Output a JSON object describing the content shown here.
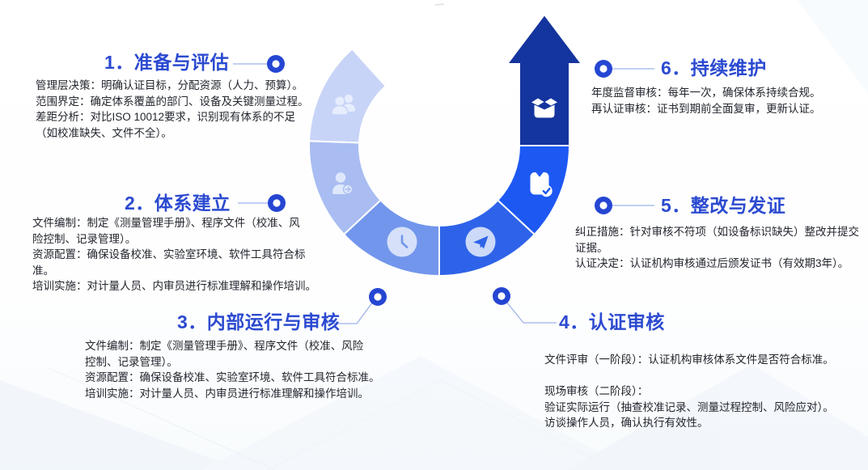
{
  "palette": {
    "title_text": "#2b4ad0",
    "body_text": "#23262e",
    "dot": "#2546d2",
    "connector": "#9db4ea",
    "seg1": "#c8d4f7",
    "seg2": "#a9bdf2",
    "seg3": "#7296ec",
    "seg4": "#2e63e9",
    "seg5": "#1d58f3",
    "seg6": "#14349e",
    "icon_light_1": "#e6edfc",
    "icon_light_2": "#dfe8fb",
    "icon_circle_3": "#d6e0f9",
    "icon_circle_4": "#ccd9f8"
  },
  "steps": [
    {
      "title": "1．准备与评估",
      "icon": "users-icon",
      "body": "管理层决策：明确认证目标，分配资源（人力、预算）。\n范围界定：确定体系覆盖的部门、设备及关键测量过程。\n差距分析：对比ISO 10012要求，识别现有体系的不足\n（如校准缺失、文件不全）。"
    },
    {
      "title": "2．体系建立",
      "icon": "user-arrow-icon",
      "body": "文件编制：制定《测量管理手册》、程序文件（校准、风\n险控制、记录管理）。\n资源配置：确保设备校准、实验室环境、软件工具符合标\n准。\n培训实施：对计量人员、内审员进行标准理解和操作培训。"
    },
    {
      "title": "3．内部运行与审核",
      "icon": "clock-icon",
      "body": "文件编制：制定《测量管理手册》、程序文件（校准、风险\n控制、记录管理）。\n资源配置：确保设备校准、实验室环境、软件工具符合标准。\n培训实施：对计量人员、内审员进行标准理解和操作培训。"
    },
    {
      "title": "4．认证审核",
      "icon": "paper-plane-icon",
      "body": "文件评审（一阶段）：认证机构审核体系文件是否符合标准。\n\n现场审核（二阶段）：\n验证实际运行（抽查校准记录、测量过程控制、风险应对）。\n访谈操作人员，确认执行有效性。"
    },
    {
      "title": "5．整改与发证",
      "icon": "clipboard-check-icon",
      "body": "纠正措施：针对审核不符项（如设备标识缺失）整改并提交\n证据。\n认证决定：认证机构审核通过后颁发证书（有效期3年）。"
    },
    {
      "title": "6．持续维护",
      "icon": "open-box-icon",
      "body": "年度监督审核：每年一次，确保体系持续合规。\n再认证审核：证书到期前全面复审，更新认证。"
    }
  ]
}
